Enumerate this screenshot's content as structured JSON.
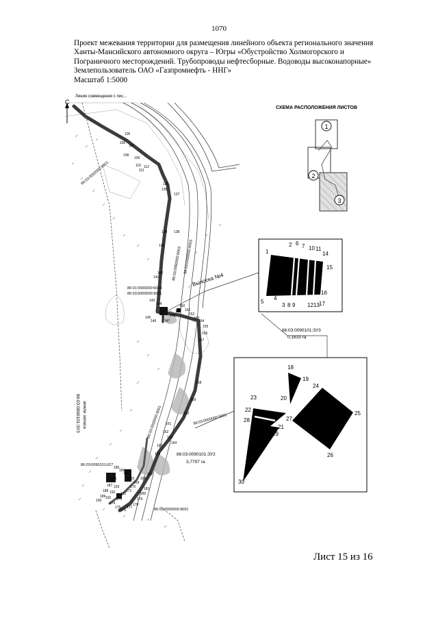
{
  "page": {
    "number": "1070",
    "footer": "Лист 15 из 16"
  },
  "title_block": {
    "lines": [
      "Проект межевания территории для размещения линейного объекта регионального значения",
      "Ханты-Мансийского автономного округа – Югры  «Обустройство Холмогорского и",
      "Пограничного месторождений. Трубопроводы нефтесборные. Водоводы высоконапорные»",
      "Землепользователь ОАО «Газпромнефть - ННГ»",
      "Масштаб 1:5000"
    ]
  },
  "map": {
    "top_label": "Линия совмещения с лис...",
    "north_label": "С",
    "callout_label": "Выноска №4",
    "parcel_labels": [
      "86:03:0090101:ЗУ3",
      "0,1633 га",
      "86:03:0090101:ЗУ3",
      "земли запаса",
      "86:03:0090101:ЗУ2",
      "3,7797 га",
      "86:03:0090101:627",
      "86:03:0000000:9001",
      "86:03:0000000:9001",
      "86:03:0000000:9001",
      "86:03:0000000:6003",
      "86:03:0000000:6003",
      "86:01:0000000:6003",
      "86:03:0000000:9001",
      "86:03:0000000:9001"
    ],
    "point_labels": [
      "105",
      "106",
      "107",
      "108",
      "109",
      "110",
      "111",
      "112",
      "135",
      "136",
      "137",
      "138",
      "139",
      "140",
      "141",
      "142",
      "143",
      "144",
      "145",
      "146",
      "147",
      "148",
      "149",
      "150",
      "151",
      "152",
      "153",
      "154",
      "155",
      "156",
      "157",
      "158",
      "159",
      "160",
      "161",
      "162",
      "163",
      "164",
      "165",
      "166",
      "167",
      "168",
      "169",
      "170",
      "171",
      "172",
      "173",
      "174",
      "175",
      "176",
      "177",
      "178",
      "179",
      "180",
      "181",
      "182",
      "183",
      "184",
      "185",
      "186",
      "187",
      "188",
      "189",
      "190",
      "191",
      "192",
      "193"
    ]
  },
  "sheet_scheme": {
    "title": "СХЕМА РАСПОЛОЖЕНИЯ ЛИСТОВ",
    "sheets": [
      "1",
      "2",
      "3"
    ]
  },
  "inset_top": {
    "points": [
      "1",
      "2",
      "3",
      "4",
      "5",
      "6",
      "7",
      "8",
      "9",
      "10",
      "11",
      "12",
      "13",
      "14",
      "15",
      "16",
      "17"
    ]
  },
  "inset_bottom": {
    "points": [
      "18",
      "19",
      "20",
      "21",
      "22",
      "23",
      "24",
      "25",
      "26",
      "27",
      "28",
      "29",
      "30"
    ]
  }
}
